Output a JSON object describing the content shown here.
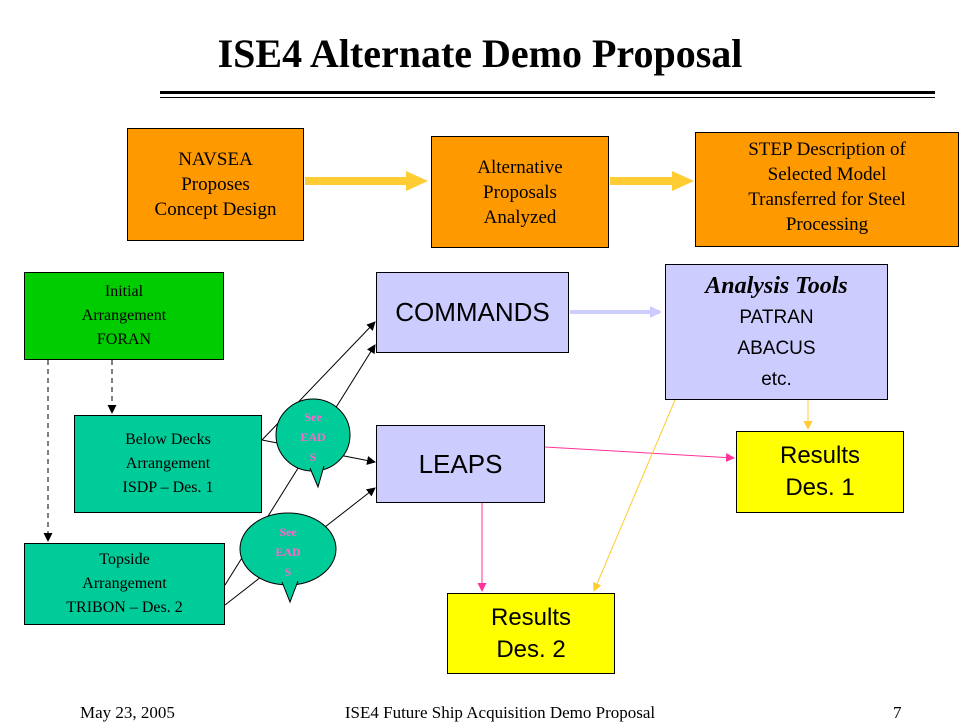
{
  "title": "ISE4 Alternate Demo Proposal",
  "process": {
    "navsea": [
      "NAVSEA",
      "Proposes",
      "Concept Design"
    ],
    "alternative": [
      "Alternative",
      "Proposals",
      "Analyzed"
    ],
    "step": [
      "STEP Description of",
      "Selected Model",
      "Transferred for Steel",
      "Processing"
    ]
  },
  "arrangements": {
    "initial": [
      "Initial",
      "Arrangement",
      "FORAN"
    ],
    "below_decks": [
      "Below Decks",
      "Arrangement",
      "ISDP – Des. 1"
    ],
    "topside": [
      "Topside",
      "Arrangement",
      "TRIBON – Des. 2"
    ]
  },
  "tools": {
    "commands": "COMMANDS",
    "leaps": "LEAPS",
    "analysis_title": "Analysis Tools",
    "analysis_items": [
      "PATRAN",
      "ABACUS",
      "etc."
    ]
  },
  "results": {
    "des1": [
      "Results",
      "Des. 1"
    ],
    "des2": [
      "Results",
      "Des. 2"
    ]
  },
  "callouts": {
    "upper": [
      "See",
      "EAD",
      "S"
    ],
    "lower": [
      "See",
      "EAD",
      "S"
    ]
  },
  "footer": {
    "date": "May 23, 2005",
    "center": "ISE4 Future Ship Acquisition Demo Proposal",
    "page": "7"
  },
  "colors": {
    "orange": "#ff9900",
    "green": "#00cc00",
    "teal": "#00cc99",
    "lavender": "#ccccff",
    "yellow": "#ffff00",
    "pink_arrow": "#ff3399",
    "gold_arrow": "#ffcc33"
  }
}
